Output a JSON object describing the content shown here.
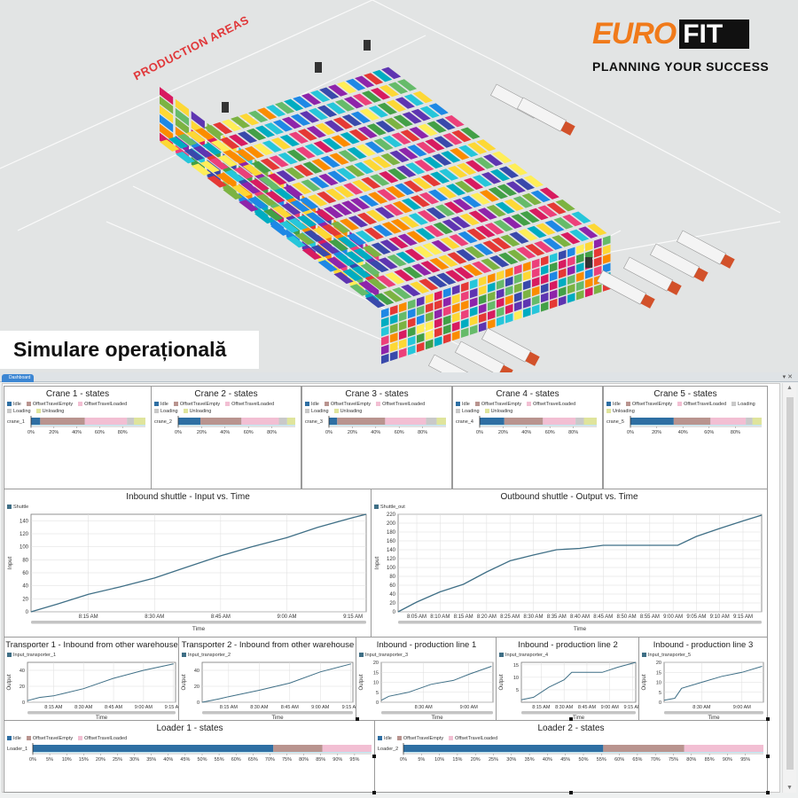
{
  "branding": {
    "logo_euro": "EURO",
    "logo_fit": "FIT",
    "tagline": "PLANNING YOUR SUCCESS"
  },
  "scene": {
    "title": "Simulare operațională",
    "area_label": "PRODUCTION AREAS"
  },
  "dashboard": {
    "tab_label": "Dashboard",
    "scroll_up": "▲",
    "scroll_down": "▼",
    "window_controls": "▾ ✕"
  },
  "colors": {
    "idle": "#2e6fa3",
    "offset_travel_empty": "#b9948f",
    "offset_travel_loaded": "#f2bfd3",
    "loading": "#c9c9c9",
    "unloading": "#dfe49c",
    "line": "#3f6f86",
    "grid": "#dddddd"
  },
  "chart_data": [
    {
      "type": "bar",
      "stacked": true,
      "title": "Crane 1 - states",
      "legend": [
        "Idle",
        "OffsetTravelEmpty",
        "OffsetTravelLoaded",
        "Loading",
        "Unloading"
      ],
      "categories": [
        "crane_1"
      ],
      "values": [
        8,
        39,
        37,
        6,
        10
      ],
      "xticks": [
        "0%",
        "20%",
        "40%",
        "60%",
        "80%"
      ],
      "xlim": [
        0,
        100
      ]
    },
    {
      "type": "bar",
      "stacked": true,
      "title": "Crane 2 - states",
      "legend": [
        "Idle",
        "OffsetTravelEmpty",
        "OffsetTravelLoaded",
        "Loading",
        "Unloading"
      ],
      "categories": [
        "crane_2"
      ],
      "values": [
        19,
        35,
        32,
        7,
        7
      ],
      "xticks": [
        "0%",
        "20%",
        "40%",
        "60%",
        "80%"
      ],
      "xlim": [
        0,
        100
      ]
    },
    {
      "type": "bar",
      "stacked": true,
      "title": "Crane 3 - states",
      "legend": [
        "Idle",
        "OffsetTravelEmpty",
        "OffsetTravelLoaded",
        "Loading",
        "Unloading"
      ],
      "categories": [
        "crane_3"
      ],
      "values": [
        7,
        41,
        35,
        9,
        8
      ],
      "xticks": [
        "0%",
        "20%",
        "40%",
        "60%",
        "80%"
      ],
      "xlim": [
        0,
        100
      ]
    },
    {
      "type": "bar",
      "stacked": true,
      "title": "Crane 4 - states",
      "legend": [
        "Idle",
        "OffsetTravelEmpty",
        "OffsetTravelLoaded",
        "Loading",
        "Unloading"
      ],
      "categories": [
        "crane_4"
      ],
      "values": [
        21,
        33,
        28,
        7,
        11
      ],
      "xticks": [
        "0%",
        "20%",
        "40%",
        "60%",
        "80%"
      ],
      "xlim": [
        0,
        100
      ]
    },
    {
      "type": "bar",
      "stacked": true,
      "title": "Crane 5 - states",
      "legend": [
        "Idle",
        "OffsetTravelEmpty",
        "OffsetTravelLoaded",
        "Loading",
        "Unloading"
      ],
      "categories": [
        "crane_5"
      ],
      "values": [
        33,
        28,
        27,
        5,
        7
      ],
      "xticks": [
        "0%",
        "20%",
        "40%",
        "60%",
        "80%"
      ],
      "xlim": [
        0,
        100
      ]
    },
    {
      "type": "line",
      "title": "Inbound shuttle - Input vs. Time",
      "legend": [
        "Shuttle"
      ],
      "xlabel": "Time",
      "ylabel": "Input",
      "x": [
        "8:02",
        "8:08",
        "8:15",
        "8:22",
        "8:30",
        "8:37",
        "8:45",
        "8:52",
        "9:00",
        "9:07",
        "9:15",
        "9:18"
      ],
      "y": [
        0,
        12,
        27,
        38,
        52,
        68,
        86,
        100,
        114,
        130,
        145,
        150
      ],
      "xlim": [
        "8:02",
        "9:18"
      ],
      "ylim": [
        0,
        150
      ],
      "xticks": [
        "8:15 AM",
        "8:30 AM",
        "8:45 AM",
        "9:00 AM",
        "9:15 AM"
      ],
      "yticks": [
        0,
        20,
        40,
        60,
        80,
        100,
        120,
        140
      ]
    },
    {
      "type": "line",
      "title": "Outbound shuttle - Output vs. Time",
      "legend": [
        "Shuttle_out"
      ],
      "xlabel": "Time",
      "ylabel": "Input",
      "x": [
        "8:01",
        "8:05",
        "8:10",
        "8:15",
        "8:20",
        "8:25",
        "8:30",
        "8:35",
        "8:40",
        "8:45",
        "9:01",
        "9:05",
        "9:10",
        "9:15",
        "9:19"
      ],
      "y": [
        0,
        22,
        45,
        62,
        90,
        115,
        128,
        140,
        143,
        150,
        150,
        170,
        188,
        205,
        218
      ],
      "xlim": [
        "8:01",
        "9:19"
      ],
      "ylim": [
        0,
        220
      ],
      "xticks": [
        "8:05 AM",
        "8:10 AM",
        "8:15 AM",
        "8:20 AM",
        "8:25 AM",
        "8:30 AM",
        "8:35 AM",
        "8:40 AM",
        "8:45 AM",
        "8:50 AM",
        "8:55 AM",
        "9:00 AM",
        "9:05 AM",
        "9:10 AM",
        "9:15 AM"
      ],
      "yticks": [
        0,
        20,
        40,
        60,
        80,
        100,
        120,
        140,
        160,
        180,
        200,
        220
      ]
    },
    {
      "type": "line",
      "title": "Transporter 1 - Inbound from other warehouse",
      "legend": [
        "Input_transporter_1"
      ],
      "xlabel": "Time",
      "ylabel": "Output",
      "x": [
        "8:02",
        "8:08",
        "8:15",
        "8:20",
        "8:30",
        "8:45",
        "9:00",
        "9:15"
      ],
      "y": [
        2,
        6,
        8,
        11,
        17,
        30,
        40,
        48
      ],
      "xlim": [
        "8:02",
        "9:16"
      ],
      "ylim": [
        0,
        50
      ],
      "xticks": [
        "8:15 AM",
        "8:30 AM",
        "8:45 AM",
        "9:00 AM",
        "9:15 AM"
      ],
      "yticks": [
        0,
        20,
        40
      ]
    },
    {
      "type": "line",
      "title": "Transporter 2 - Inbound from other warehouse",
      "legend": [
        "Input_transporter_2"
      ],
      "xlabel": "Time",
      "ylabel": "Output",
      "x": [
        "8:02",
        "8:10",
        "8:15",
        "8:30",
        "8:45",
        "9:00",
        "9:15"
      ],
      "y": [
        0,
        4,
        7,
        15,
        24,
        38,
        48
      ],
      "xlim": [
        "8:02",
        "9:16"
      ],
      "ylim": [
        0,
        50
      ],
      "xticks": [
        "8:15 AM",
        "8:30 AM",
        "8:45 AM",
        "9:00 AM",
        "9:15 AM"
      ],
      "yticks": [
        0,
        20,
        40
      ]
    },
    {
      "type": "line",
      "title": "Inbound - production line 1",
      "legend": [
        "Input_transporter_3"
      ],
      "xlabel": "Time",
      "ylabel": "Output",
      "x": [
        "8:02",
        "8:07",
        "8:20",
        "8:35",
        "8:50",
        "9:00",
        "9:15"
      ],
      "y": [
        1,
        3,
        5,
        9,
        11,
        14,
        18
      ],
      "xlim": [
        "8:02",
        "9:16"
      ],
      "ylim": [
        0,
        20
      ],
      "xticks": [
        "8:30 AM",
        "9:00 AM"
      ],
      "yticks": [
        0,
        5,
        10,
        15,
        20
      ]
    },
    {
      "type": "line",
      "title": "Inbound - production line 2",
      "legend": [
        "Input_transporter_4"
      ],
      "xlabel": "Time",
      "ylabel": "Output",
      "x": [
        "8:02",
        "8:10",
        "8:20",
        "8:30",
        "8:35",
        "8:55",
        "9:05",
        "9:17"
      ],
      "y": [
        1,
        2,
        6,
        9,
        12,
        12,
        14,
        16
      ],
      "xlim": [
        "8:02",
        "9:17"
      ],
      "ylim": [
        0,
        16
      ],
      "xticks": [
        "8:15 AM",
        "8:30 AM",
        "8:45 AM",
        "9:00 AM",
        "9:15 AM"
      ],
      "yticks": [
        5,
        10,
        15
      ]
    },
    {
      "type": "line",
      "title": "Inbound - production line 3",
      "legend": [
        "Input_transporter_5"
      ],
      "xlabel": "Time",
      "ylabel": "Output",
      "x": [
        "8:02",
        "8:10",
        "8:15",
        "8:30",
        "8:45",
        "9:00",
        "9:15"
      ],
      "y": [
        1,
        2,
        7,
        10,
        13,
        15,
        18
      ],
      "xlim": [
        "8:02",
        "9:16"
      ],
      "ylim": [
        0,
        20
      ],
      "xticks": [
        "8:30 AM",
        "9:00 AM"
      ],
      "yticks": [
        0,
        5,
        10,
        15,
        20
      ]
    },
    {
      "type": "bar",
      "stacked": true,
      "title": "Loader 1 - states",
      "legend": [
        "Idle",
        "OffsetTravelEmpty",
        "OffsetTravelLoaded"
      ],
      "categories": [
        "Loader_1"
      ],
      "values": [
        71,
        14.5,
        14.5
      ],
      "xticks": [
        "0%",
        "5%",
        "10%",
        "15%",
        "20%",
        "25%",
        "30%",
        "35%",
        "40%",
        "45%",
        "50%",
        "55%",
        "60%",
        "65%",
        "70%",
        "75%",
        "80%",
        "85%",
        "90%",
        "95%"
      ],
      "xlim": [
        0,
        100
      ]
    },
    {
      "type": "bar",
      "stacked": true,
      "title": "Loader 2 - states",
      "legend": [
        "Idle",
        "OffsetTravelEmpty",
        "OffsetTravelLoaded"
      ],
      "categories": [
        "Loader_2"
      ],
      "values": [
        55.5,
        22.5,
        22
      ],
      "xticks": [
        "0%",
        "5%",
        "10%",
        "15%",
        "20%",
        "25%",
        "30%",
        "35%",
        "40%",
        "45%",
        "50%",
        "55%",
        "60%",
        "65%",
        "70%",
        "75%",
        "80%",
        "85%",
        "90%",
        "95%"
      ],
      "xlim": [
        0,
        100
      ]
    }
  ]
}
